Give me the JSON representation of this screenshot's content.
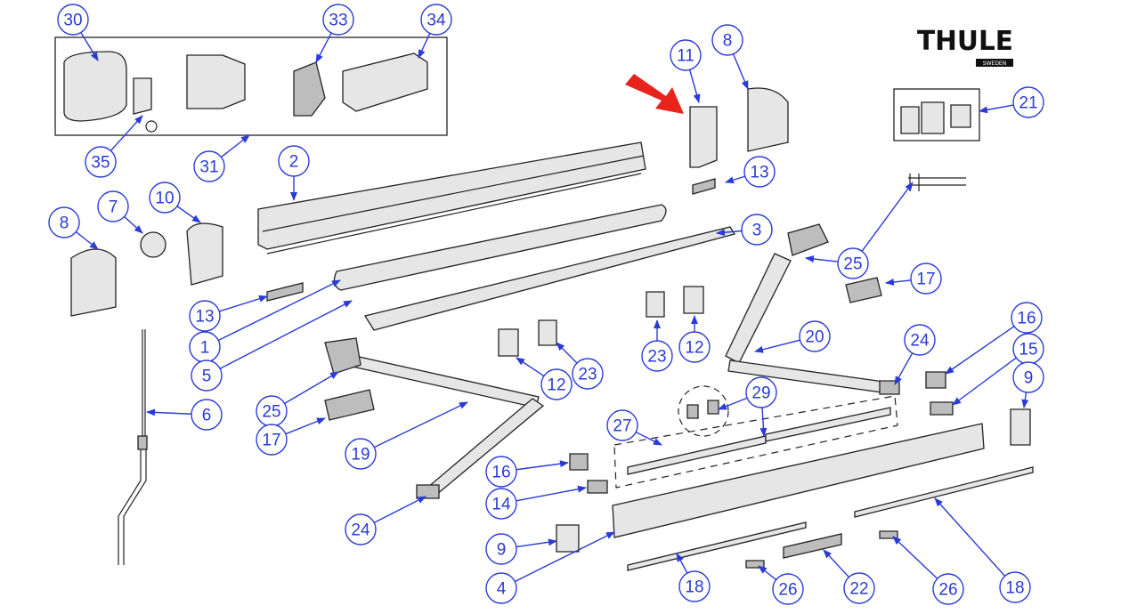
{
  "logo": {
    "brand": "THULE",
    "country": "SWEDEN"
  },
  "colors": {
    "callout": "#2a3bd6",
    "highlight_arrow": "#e8231c"
  },
  "callouts": [
    "30",
    "33",
    "34",
    "35",
    "31",
    "11",
    "8",
    "21",
    "2",
    "13",
    "3",
    "8",
    "7",
    "10",
    "25",
    "17",
    "13",
    "1",
    "5",
    "6",
    "12",
    "23",
    "20",
    "24",
    "16",
    "15",
    "9",
    "12",
    "23",
    "29",
    "25",
    "17",
    "19",
    "27",
    "16",
    "14",
    "24",
    "9",
    "4",
    "18",
    "26",
    "22",
    "26",
    "18"
  ]
}
